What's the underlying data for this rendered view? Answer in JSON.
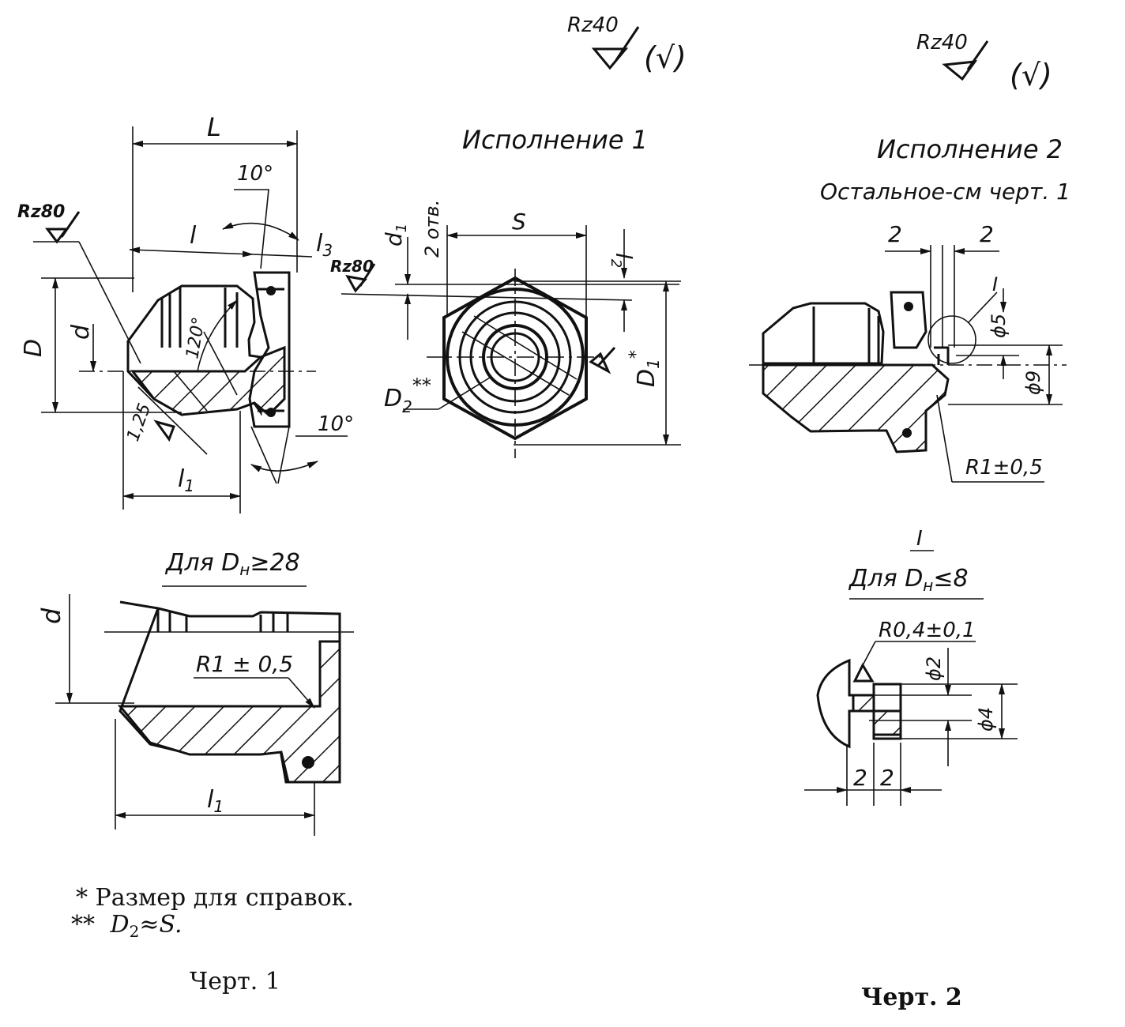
{
  "roughness": {
    "rz40": "Rz40",
    "rz80": "Rz80",
    "paren_check": "(√)"
  },
  "views": {
    "ispolnenie_1": "Исполнение 1",
    "ispolnenie_2": "Исполнение 2",
    "ostalnoe": "Остальное-см черт. 1",
    "for_dn_large": "Для D",
    "for_dn_large_sub": "н",
    "for_dn_large_value": "≥28",
    "detail_mark": "I",
    "for_dn_small": "Для D",
    "for_dn_small_sub": "н",
    "for_dn_small_value": "≤8"
  },
  "dimensions": {
    "L": "L",
    "l": "l",
    "l1": "l",
    "l1_sub": "1",
    "l2": "l",
    "l2_sub": "2",
    "l3": "l",
    "l3_sub": "3",
    "D": "D",
    "d": "d",
    "d1": "d",
    "d1_sub": "1",
    "two_holes": "2 отв.",
    "S": "S",
    "D1": "D",
    "D1_sub": "1",
    "D1_mark": "*",
    "D2": "D",
    "D2_sub": "2",
    "D2_mark": "**",
    "angle_10_top": "10°",
    "angle_10_bottom": "10°",
    "angle_120": "120°",
    "chamfer": "1,25",
    "r1_left": "R1 ± 0,5",
    "r1_right": "R1±0,5",
    "dim_2_left": "2",
    "dim_2_right": "2",
    "phi5": "ϕ5",
    "phi9": "ϕ9",
    "r04": "R0,4±0,1",
    "phi2": "ϕ2",
    "phi4": "ϕ4",
    "dim_2a": "2",
    "dim_2b": "2"
  },
  "notes": {
    "note1": "* Размер для справок.",
    "note2_prefix": "**",
    "note2_D": "D",
    "note2_sub": "2",
    "note2_rest": "≈S."
  },
  "captions": {
    "chert1": "Черт. 1",
    "chert2": "Черт. 2"
  }
}
